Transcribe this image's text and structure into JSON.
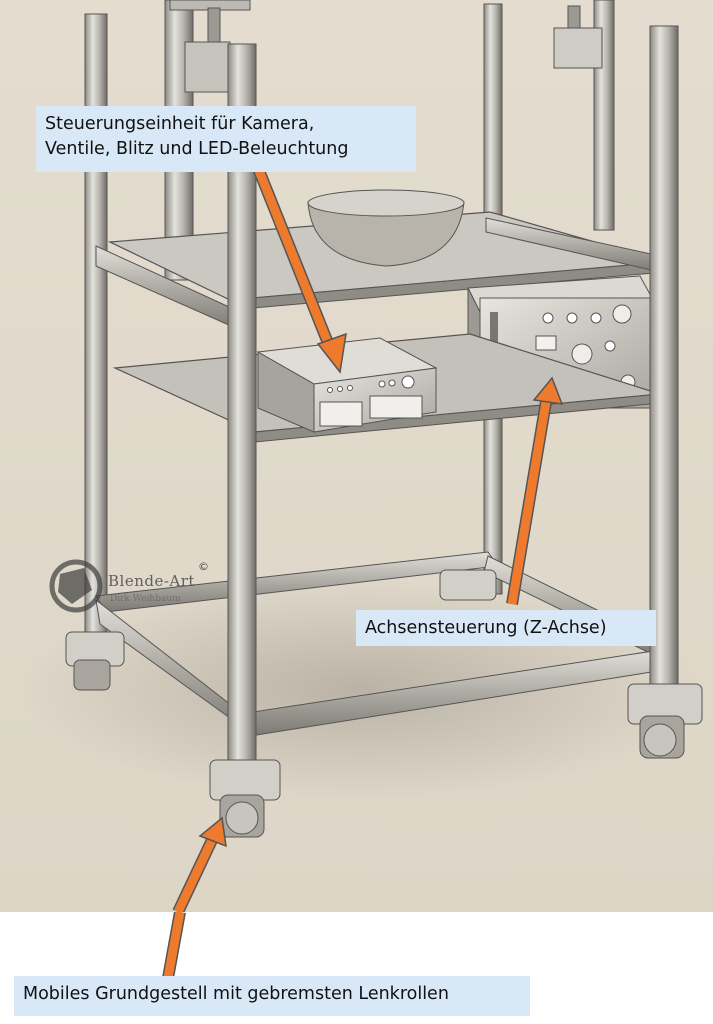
{
  "callouts": {
    "control_unit": {
      "line1": "Steuerungseinheit für Kamera,",
      "line2": "Ventile, Blitz und LED-Beleuchtung"
    },
    "axis_control": "Achsensteuerung (Z-Achse)",
    "base": "Mobiles Grundgestell mit gebremsten Lenkrollen"
  },
  "watermark": {
    "brand": "Blende-Art",
    "copyright": "©",
    "subtitle": "Dirk Weihbaum"
  },
  "colors": {
    "background": "#e8e2d4",
    "frame": "#c9c6bf",
    "arrow": "#ee7a2e",
    "callout": "#d9e8f6"
  }
}
